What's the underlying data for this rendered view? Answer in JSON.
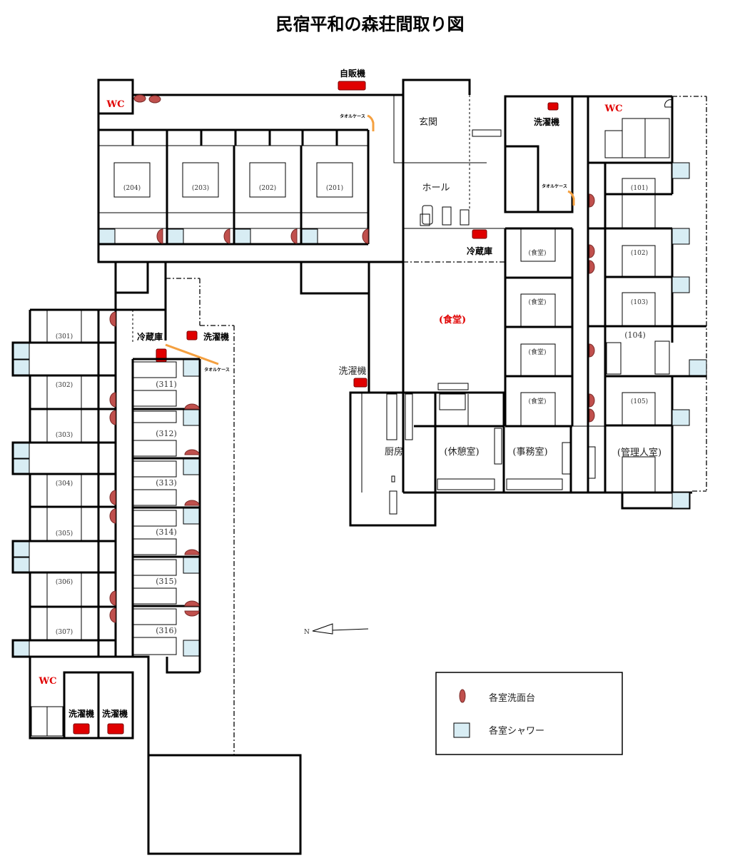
{
  "title": "民宿平和の森荘間取り図",
  "labels": {
    "vending": "自販機",
    "wc": "WC",
    "towel_case": "タオルケース",
    "entrance": "玄関",
    "hall": "ホール",
    "laundry": "洗濯機",
    "fridge": "冷蔵庫",
    "dining_main": "(食堂)",
    "dining_small": "(食堂)",
    "kitchen": "厨房",
    "break_room": "(休憩室)",
    "office": "(事務室)",
    "manager_room": "(管理人室)",
    "north": "N"
  },
  "rooms": {
    "r204": "(204)",
    "r203": "(203)",
    "r202": "(202)",
    "r201": "(201)",
    "r101": "(101)",
    "r102": "(102)",
    "r103": "(103)",
    "r104": "(104)",
    "r105": "(105)",
    "r301": "(301)",
    "r302": "(302)",
    "r303": "(303)",
    "r304": "(304)",
    "r305": "(305)",
    "r306": "(306)",
    "r307": "(307)",
    "r311": "(311)",
    "r312": "(312)",
    "r313": "(313)",
    "r314": "(314)",
    "r315": "(315)",
    "r316": "(316)"
  },
  "legend": {
    "sink": "各室洗面台",
    "shower": "各室シャワー"
  },
  "colors": {
    "sink": "#c0504d",
    "shower": "#d8edf4",
    "appliance": "#e00000",
    "towel_case": "#f4a040"
  }
}
